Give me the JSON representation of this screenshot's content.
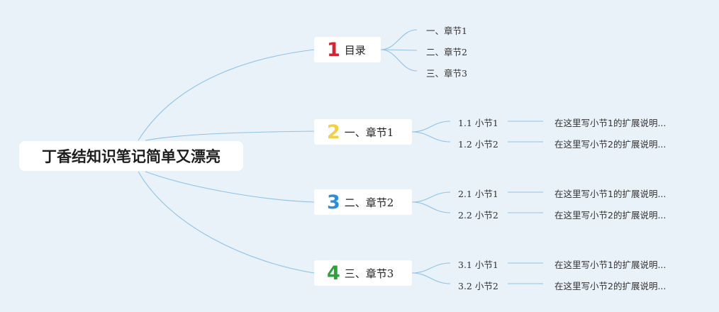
{
  "root": {
    "title": "丁香结知识笔记简单又漂亮"
  },
  "colors": {
    "background": "#e9f1f9",
    "link": "#8fc3e6",
    "badge1": "#d9232e",
    "badge2": "#f0d048",
    "badge3": "#2a8fd8",
    "badge4": "#2ba33a"
  },
  "chapters": [
    {
      "number": "1",
      "label": "目录",
      "items": [
        "一、章节1",
        "二、章节2",
        "三、章节3"
      ]
    },
    {
      "number": "2",
      "label": "一、章节1",
      "subs": [
        {
          "label": "1.1 小节1",
          "desc": "在这里写小节1的扩展说明..."
        },
        {
          "label": "1.2 小节2",
          "desc": "在这里写小节2的扩展说明..."
        }
      ]
    },
    {
      "number": "3",
      "label": "二、章节2",
      "subs": [
        {
          "label": "2.1 小节1",
          "desc": "在这里写小节1的扩展说明..."
        },
        {
          "label": "2.2 小节2",
          "desc": "在这里写小节2的扩展说明..."
        }
      ]
    },
    {
      "number": "4",
      "label": "三、章节3",
      "subs": [
        {
          "label": "3.1 小节1",
          "desc": "在这里写小节1的扩展说明..."
        },
        {
          "label": "3.2 小节2",
          "desc": "在这里写小节2的扩展说明..."
        }
      ]
    }
  ]
}
